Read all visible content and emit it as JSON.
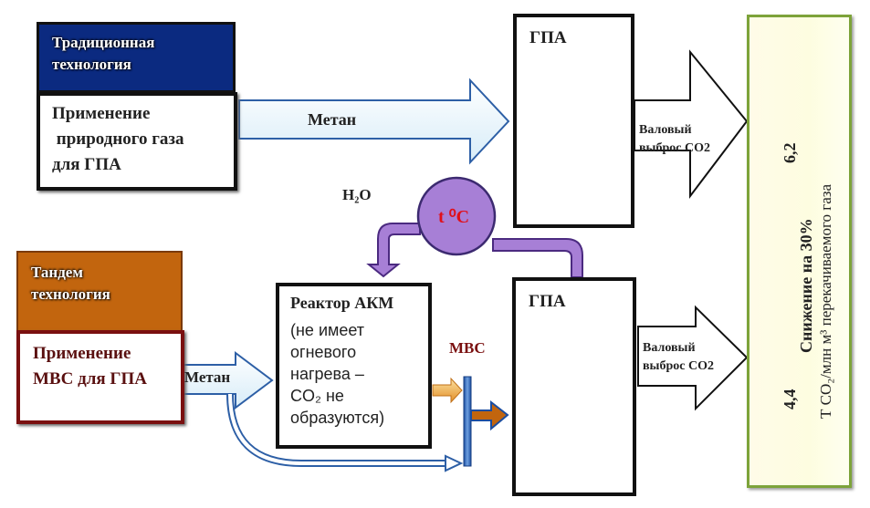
{
  "traditional": {
    "header": "Традиционная\nтехнология",
    "header_line1": "Традиционная",
    "header_line2": "технология",
    "body_line1": "Применение",
    "body_line2": " природного газа",
    "body_line3": "для ГПА",
    "flow_label": "Метан",
    "unit_label": "ГПА",
    "emission_line1": "Валовый",
    "emission_line2": "выброс CO2",
    "value": "6,2"
  },
  "tandem": {
    "header_line1": "Тандем",
    "header_line2": "технология",
    "body_line1": "Применение",
    "body_line2": "МВС для ГПА",
    "flow_label": "Метан",
    "reactor_title": "Реактор АКМ",
    "reactor_desc": "(не имеет\nогневого\nнагрева –\nCO₂ не\nобразуются)",
    "heat_label": "t ⁰C",
    "water_label": "H₂O",
    "mix_label": "МВС",
    "unit_label": "ГПА",
    "emission_line1": "Валовый",
    "emission_line2": "выброс CO2",
    "value": "4,4"
  },
  "result": {
    "reduction": "Снижение на 30%",
    "units": "Т CO₂/млн м³ перекачиваемого газа"
  },
  "colors": {
    "traditional_header": "#0b2a80",
    "tandem_header": "#c2650e",
    "tandem_border": "#7a1010",
    "heat_circle": "#a77fd6",
    "heat_text": "#e0101a",
    "result_border": "#7da33a",
    "mix_label": "#7a1010"
  }
}
